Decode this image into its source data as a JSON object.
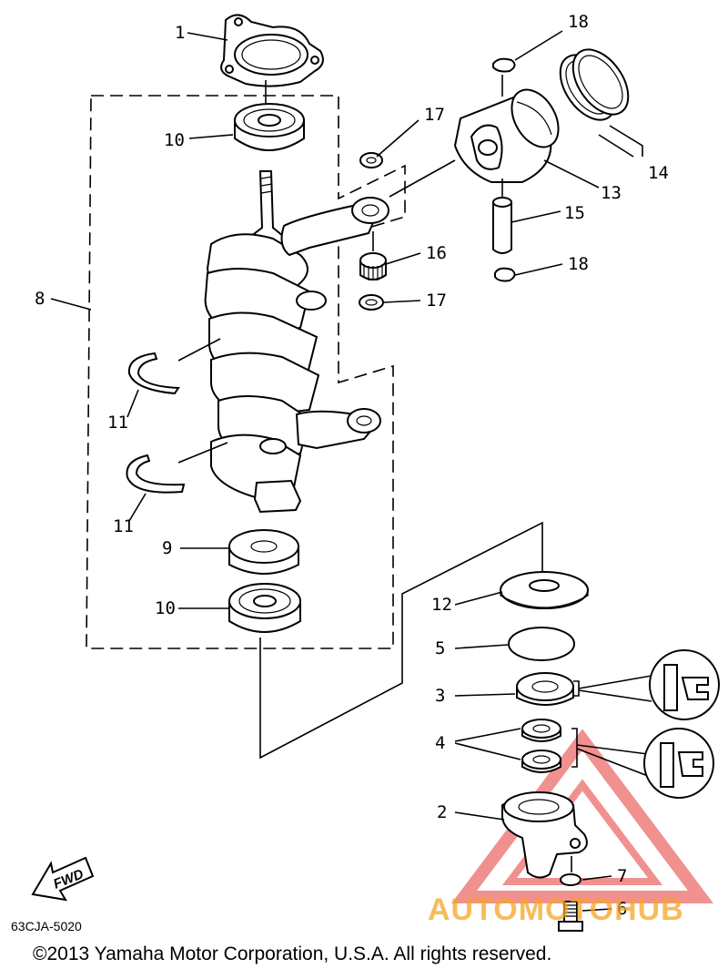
{
  "diagram": {
    "callouts": [
      {
        "id": "c1",
        "label": "1"
      },
      {
        "id": "c10a",
        "label": "10"
      },
      {
        "id": "c10b",
        "label": "10"
      },
      {
        "id": "c8",
        "label": "8"
      },
      {
        "id": "c11a",
        "label": "11"
      },
      {
        "id": "c11b",
        "label": "11"
      },
      {
        "id": "c9",
        "label": "9"
      },
      {
        "id": "c17a",
        "label": "17"
      },
      {
        "id": "c17b",
        "label": "17"
      },
      {
        "id": "c16",
        "label": "16"
      },
      {
        "id": "c18a",
        "label": "18"
      },
      {
        "id": "c18b",
        "label": "18"
      },
      {
        "id": "c13",
        "label": "13"
      },
      {
        "id": "c14",
        "label": "14"
      },
      {
        "id": "c15",
        "label": "15"
      },
      {
        "id": "c12",
        "label": "12"
      },
      {
        "id": "c5",
        "label": "5"
      },
      {
        "id": "c3",
        "label": "3"
      },
      {
        "id": "c4",
        "label": "4"
      },
      {
        "id": "c2",
        "label": "2"
      },
      {
        "id": "c7",
        "label": "7"
      },
      {
        "id": "c6",
        "label": "6"
      }
    ],
    "fwd_label": "FWD",
    "diagram_code": "63CJA-5020",
    "copyright": "©2013 Yamaha Motor Corporation, U.S.A. All rights reserved.",
    "watermark": "AUTOMOTOHUB",
    "colors": {
      "line": "#000000",
      "watermark_red": "#e53935",
      "watermark_orange": "#f5a623",
      "watermark_gray": "#8a8a8a"
    }
  }
}
